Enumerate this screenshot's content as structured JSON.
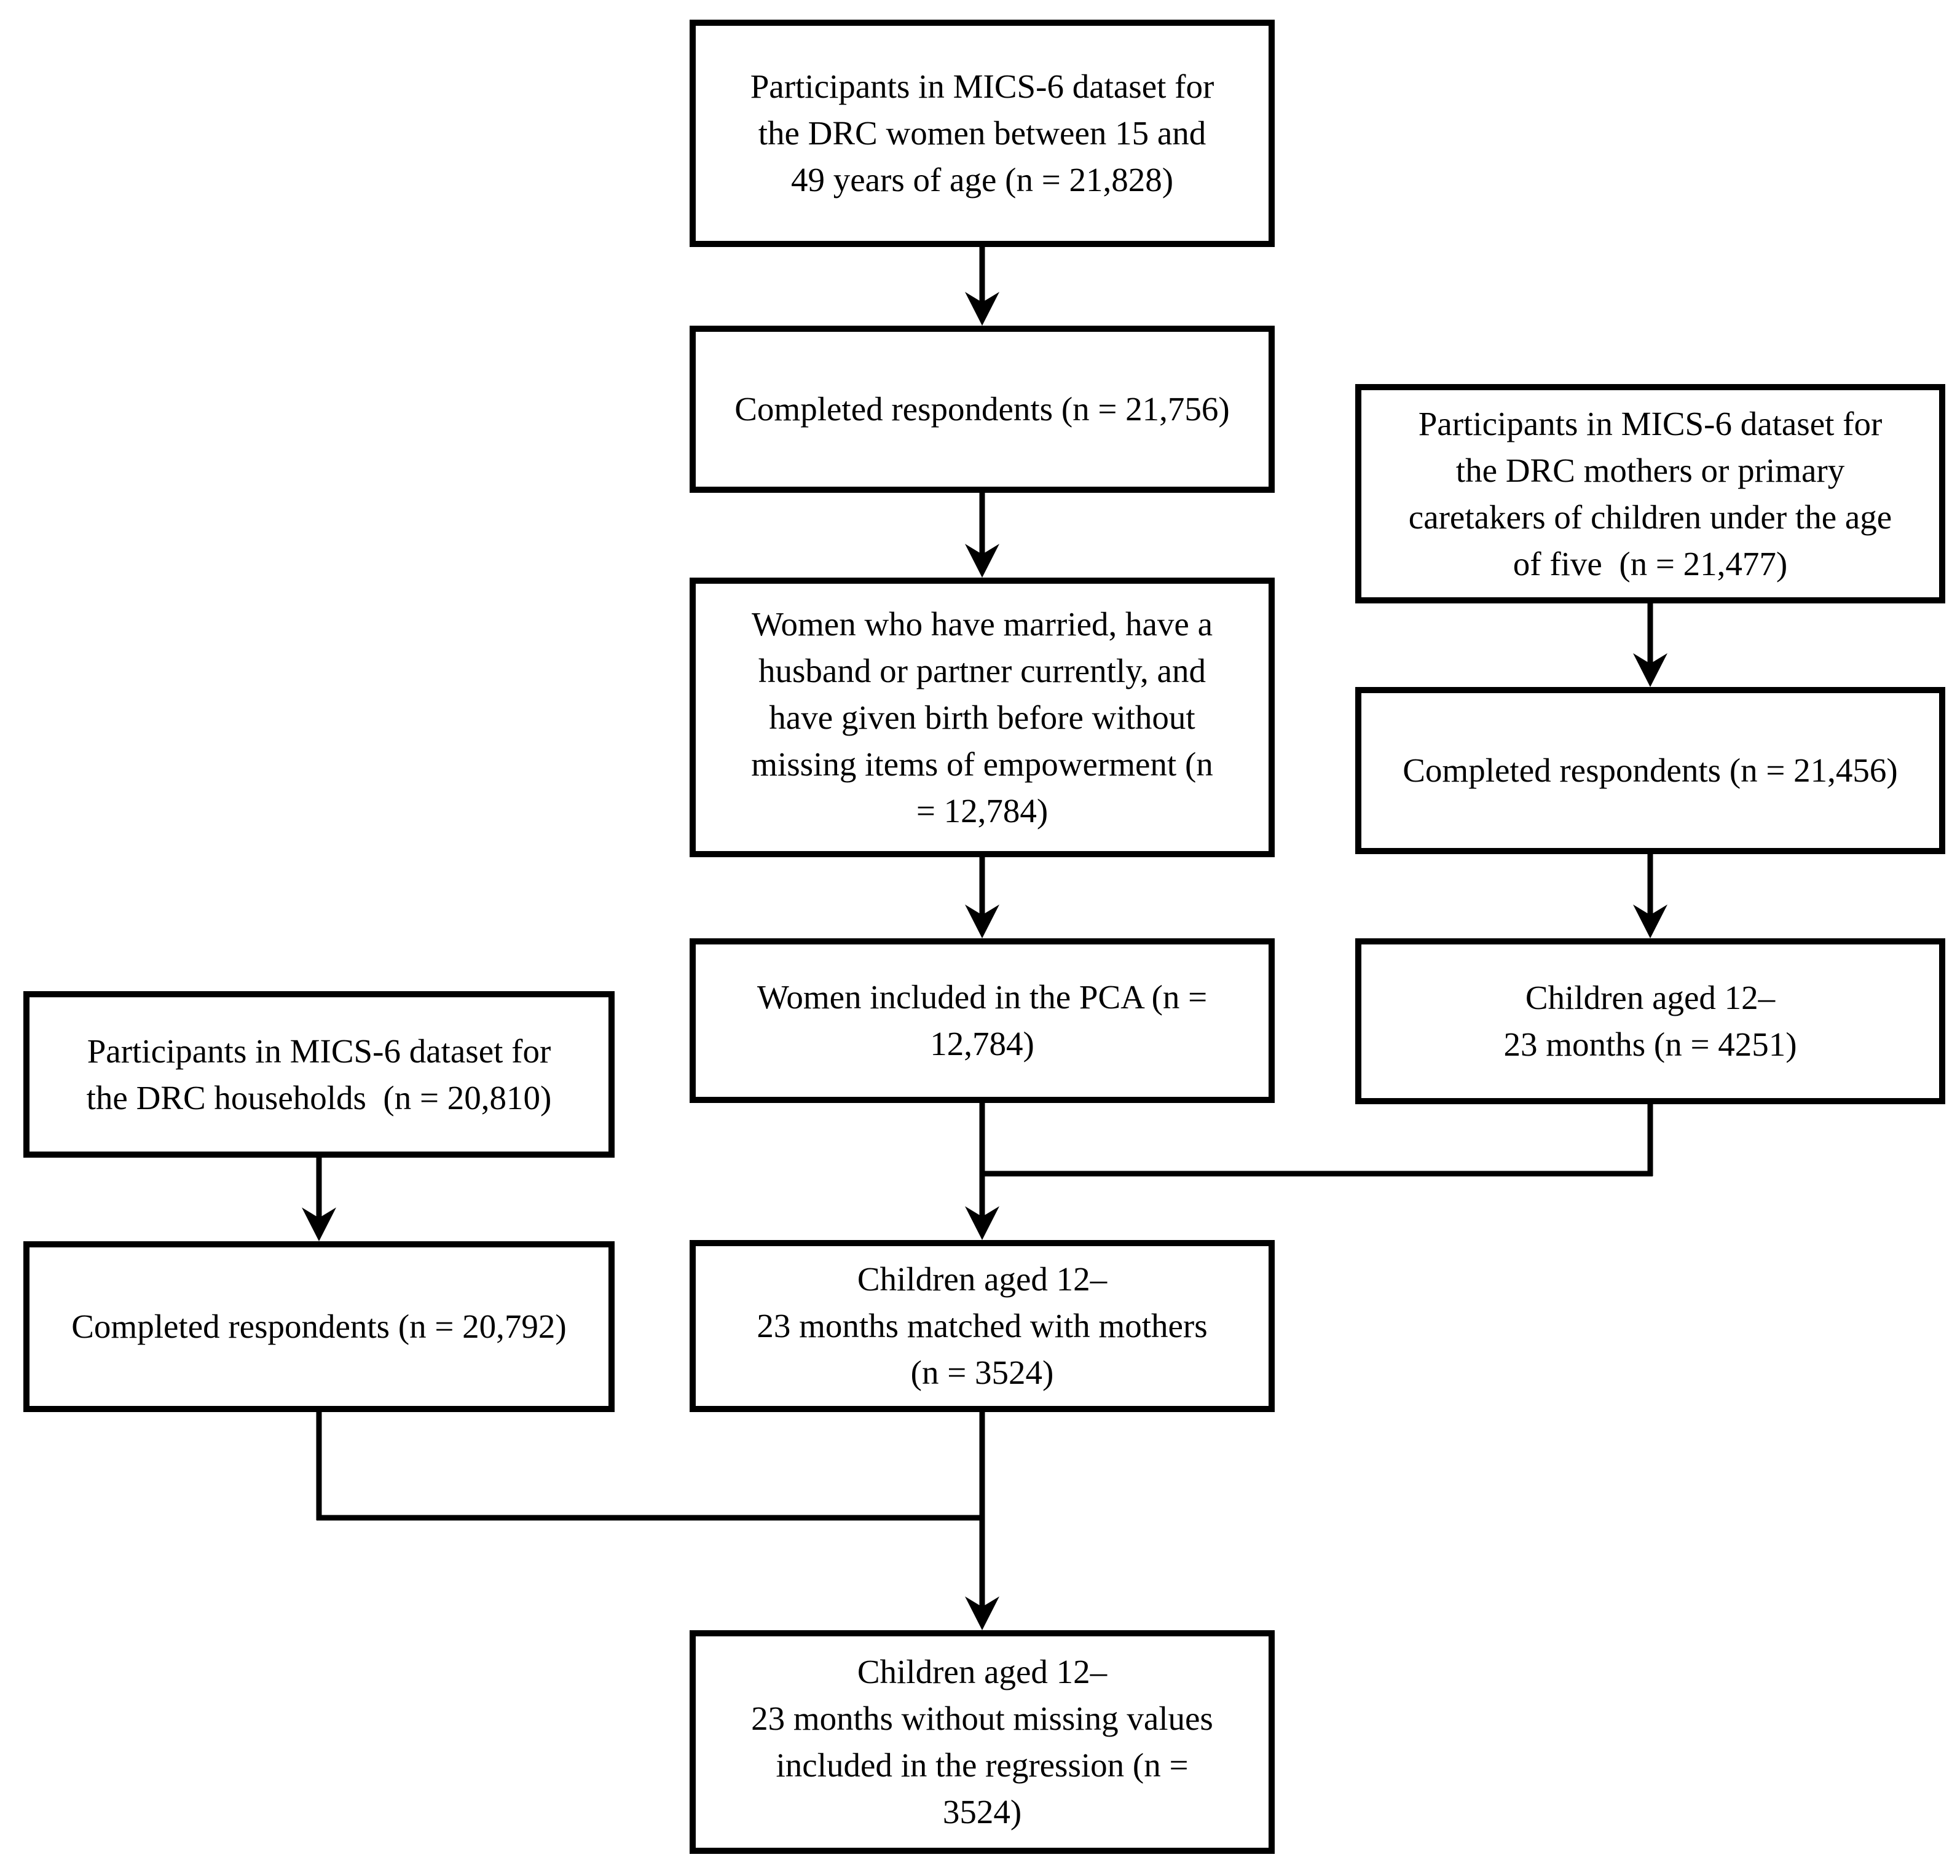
{
  "figure": {
    "type": "flowchart",
    "background_color": "#ffffff",
    "box_border_color": "#000000",
    "box_fill_color": "#ffffff",
    "connector_color": "#000000",
    "text_color": "#000000"
  },
  "boxes": {
    "women_dataset": {
      "lines": [
        "Participants in MICS-6 dataset for",
        "the DRC women between 15 and",
        "49 years of age (n = 21,828)"
      ]
    },
    "women_completed": {
      "lines": [
        "Completed respondents (n = 21,756)"
      ]
    },
    "women_married": {
      "lines": [
        "Women who have married, have a",
        "husband or partner currently, and",
        "have given birth before without",
        "missing items of empowerment (n",
        "= 12,784)"
      ]
    },
    "women_pca": {
      "lines": [
        "Women included in the PCA (n =",
        "12,784)"
      ]
    },
    "mothers_dataset": {
      "lines": [
        "Participants in MICS-6 dataset for",
        "the DRC mothers or primary",
        "caretakers of children under the age",
        "of five  (n = 21,477)"
      ]
    },
    "mothers_completed": {
      "lines": [
        "Completed respondents (n = 21,456)"
      ]
    },
    "children_12_23": {
      "lines": [
        "Children aged 12–",
        "23 months (n = 4251)"
      ]
    },
    "households_dataset": {
      "lines": [
        "Participants in MICS-6 dataset for",
        "the DRC households  (n = 20,810)"
      ]
    },
    "households_completed": {
      "lines": [
        "Completed respondents (n = 20,792)"
      ]
    },
    "children_matched": {
      "lines": [
        "Children aged 12–",
        "23 months matched with mothers",
        "(n = 3524)"
      ]
    },
    "children_regression": {
      "lines": [
        "Children aged 12–",
        "23 months without missing values",
        "included in the regression (n =",
        "3524)"
      ]
    }
  },
  "connectors": [
    {
      "from": "women_dataset",
      "to": "women_completed"
    },
    {
      "from": "women_completed",
      "to": "women_married"
    },
    {
      "from": "women_married",
      "to": "women_pca"
    },
    {
      "from": "mothers_dataset",
      "to": "mothers_completed"
    },
    {
      "from": "mothers_completed",
      "to": "children_12_23"
    },
    {
      "from": "women_pca",
      "to": "children_matched"
    },
    {
      "from": "children_12_23",
      "to": "children_matched"
    },
    {
      "from": "households_dataset",
      "to": "households_completed"
    },
    {
      "from": "children_matched",
      "to": "children_regression"
    },
    {
      "from": "households_completed",
      "to": "children_regression"
    }
  ]
}
